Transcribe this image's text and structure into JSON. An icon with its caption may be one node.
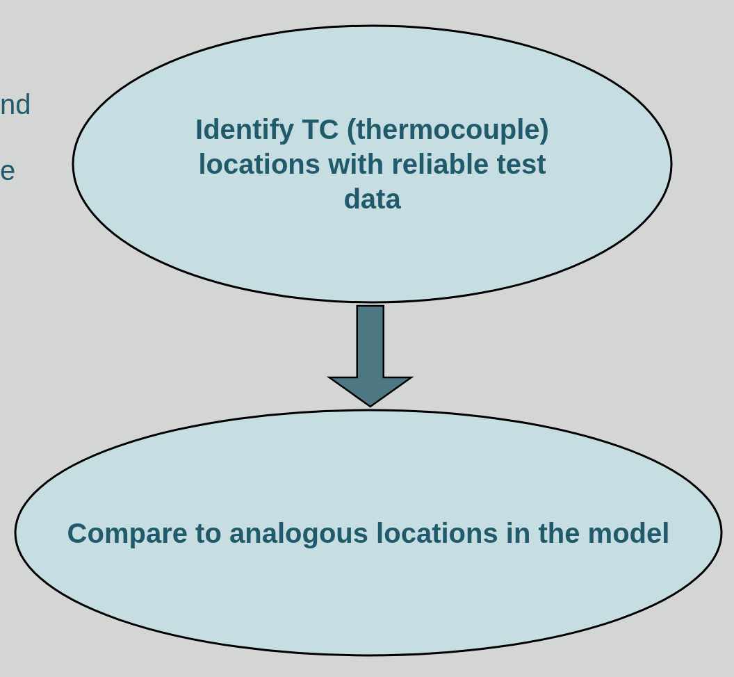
{
  "diagram": {
    "nodes": [
      {
        "text": [
          "Identify TC (thermocouple) locations with reliable test data"
        ]
      },
      {
        "text": [
          "Compare to analogous locations in the model"
        ]
      }
    ],
    "edges": [
      {
        "from": 0,
        "to": 1,
        "arrow": "to"
      }
    ],
    "labels": [
      "nd",
      "e"
    ]
  }
}
